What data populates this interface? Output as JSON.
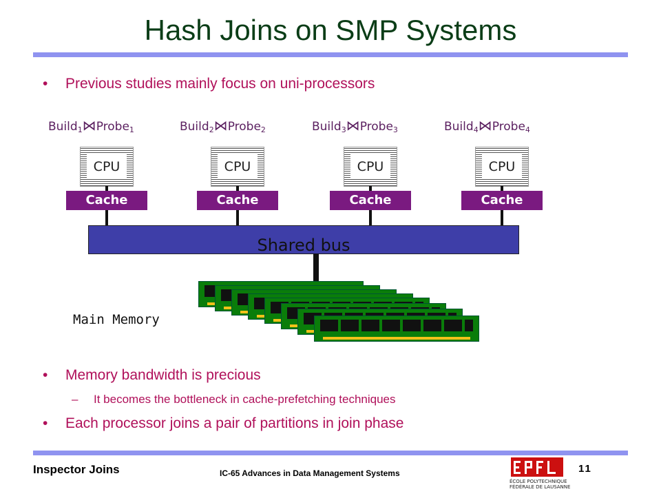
{
  "title": "Hash Joins on SMP Systems",
  "bullets_top": [
    "Previous studies mainly focus on uni-processors"
  ],
  "join_labels": [
    {
      "build": "Build",
      "build_sub": "1",
      "probe": "Probe",
      "probe_sub": "1"
    },
    {
      "build": "Build",
      "build_sub": "2",
      "probe": "Probe",
      "probe_sub": "2"
    },
    {
      "build": "Build",
      "build_sub": "3",
      "probe": "Probe",
      "probe_sub": "3"
    },
    {
      "build": "Build",
      "build_sub": "4",
      "probe": "Probe",
      "probe_sub": "4"
    }
  ],
  "join_symbol": "⋈",
  "cpu_label": "CPU",
  "cache_label": "Cache",
  "bus_label": "Shared bus",
  "memory_label": "Main Memory",
  "bullets_bottom": [
    {
      "text": "Memory bandwidth is precious",
      "sub": "It becomes the bottleneck in cache-prefetching techniques"
    },
    {
      "text": "Each processor joins a pair of partitions in join phase"
    }
  ],
  "bullet_char": "•",
  "dash_char": "–",
  "footer": {
    "left": "Inspector Joins",
    "center": "IC-65 Advances in Data Management Systems",
    "page": "11",
    "logo_text": "EPFL",
    "logo_line1": "ÉCOLE POLYTECHNIQUE",
    "logo_line2": "FÉDÉRALE DE LAUSANNE"
  },
  "colors": {
    "title": "#0b3d17",
    "accent_rule": "#8f93f0",
    "bullet_text": "#b0105a",
    "cache": "#7a1a80",
    "bus": "#3e3ea8",
    "memory": "#0a7d0a",
    "logo": "#cc1010"
  }
}
